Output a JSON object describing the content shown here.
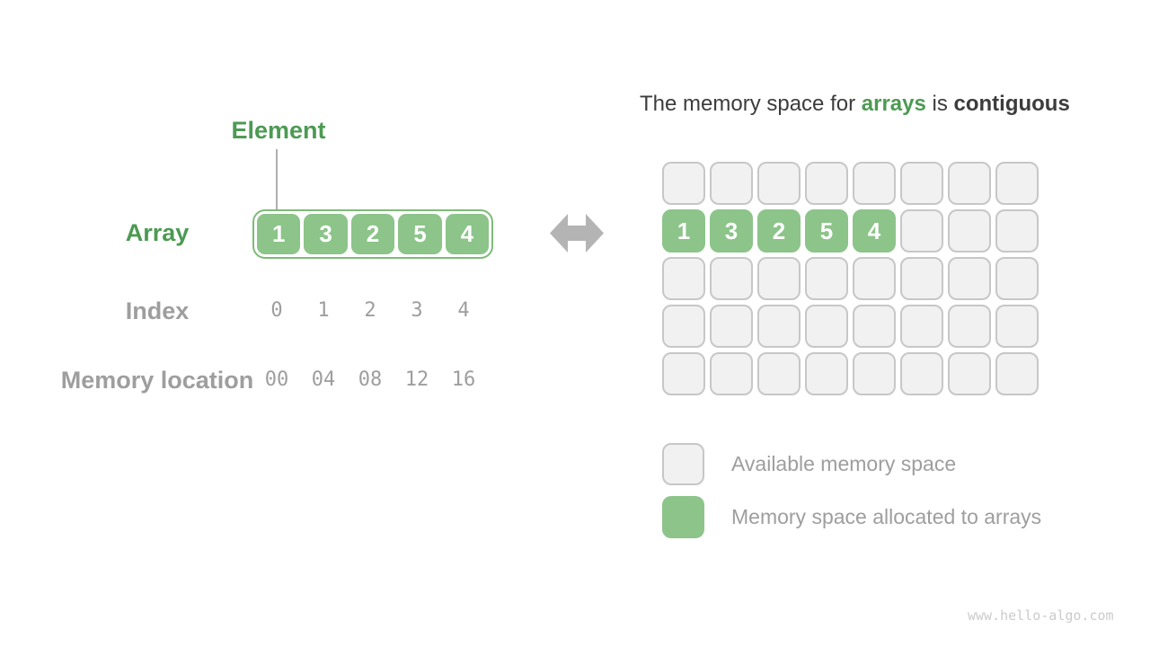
{
  "colors": {
    "green_fill": "#8CC48A",
    "green_border": "#7FBA78",
    "green_text": "#4D9A53",
    "gray_text": "#9E9E9E",
    "dark_text": "#3C3C3C",
    "cell_fill": "#F1F1F1",
    "cell_border": "#C7C7C7",
    "arrow_gray": "#B4B4B4"
  },
  "left_panel": {
    "element_label": "Element",
    "array_label": "Array",
    "array_values": [
      "1",
      "3",
      "2",
      "5",
      "4"
    ],
    "index_label": "Index",
    "index_values": [
      "0",
      "1",
      "2",
      "3",
      "4"
    ],
    "memory_location_label": "Memory location",
    "memory_location_values": [
      "00",
      "04",
      "08",
      "12",
      "16"
    ]
  },
  "right_panel": {
    "title": {
      "prefix": "The memory space for ",
      "highlight": "arrays",
      "middle": " is ",
      "emphasis": "contiguous"
    },
    "memory_grid": {
      "columns": 8,
      "rows": 5,
      "allocated_row": 1,
      "allocated_values": [
        "1",
        "3",
        "2",
        "5",
        "4"
      ]
    },
    "legend": [
      {
        "label": "Available memory space"
      },
      {
        "label": "Memory space allocated to arrays"
      }
    ]
  },
  "watermark": "www.hello-algo.com"
}
